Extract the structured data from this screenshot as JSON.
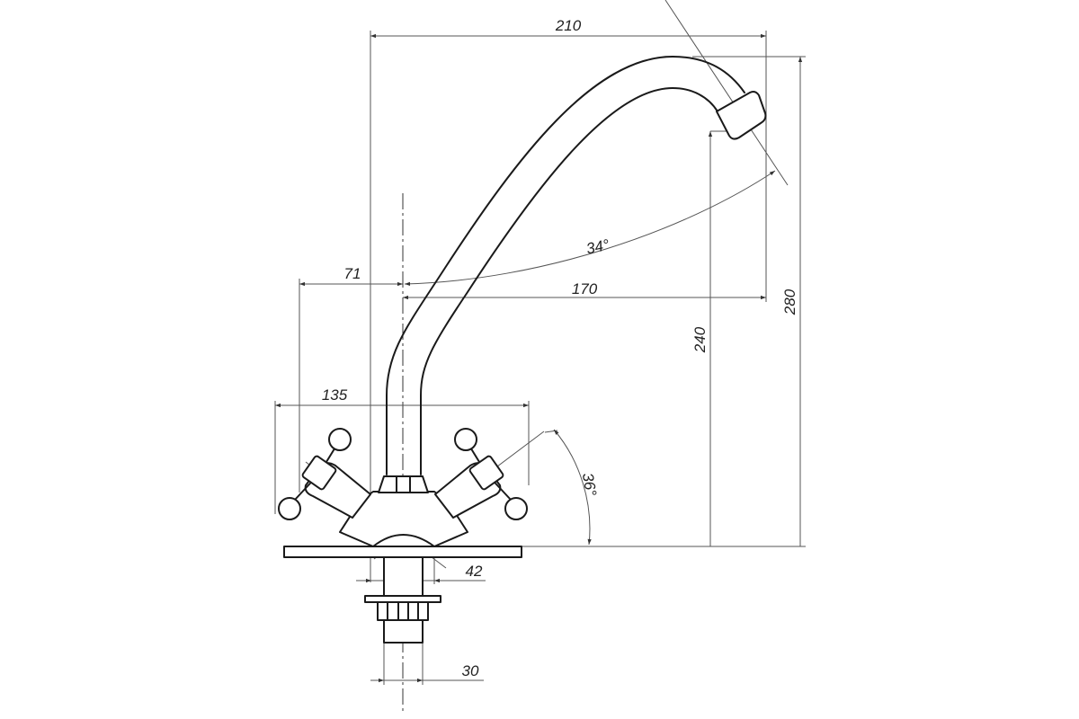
{
  "title": "Faucet dimension drawing",
  "dimensions": {
    "overall_reach": "210",
    "overall_height": "280",
    "spout_height": "240",
    "spout_reach": "170",
    "handle_offset": "71",
    "swivel_angle": "34°",
    "handle_span": "135",
    "handle_angle": "36°",
    "body_diameter": "42",
    "shank_diameter": "30"
  },
  "colors": {
    "line": "#1a1a1a",
    "dimension": "#555555",
    "background": "#ffffff"
  }
}
